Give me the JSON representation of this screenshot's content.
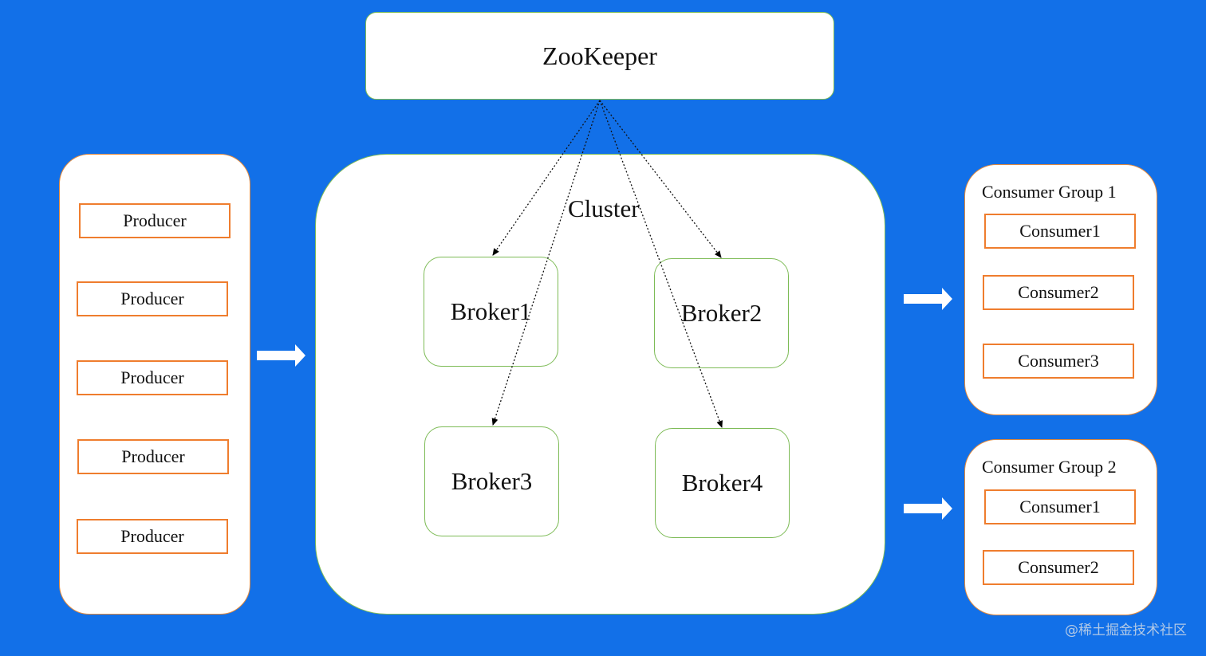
{
  "zookeeper": {
    "label": "ZooKeeper"
  },
  "producers": [
    "Producer",
    "Producer",
    "Producer",
    "Producer",
    "Producer"
  ],
  "cluster": {
    "label": "Cluster",
    "brokers": [
      "Broker1",
      "Broker2",
      "Broker3",
      "Broker4"
    ]
  },
  "consumer_groups": [
    {
      "title": "Consumer Group 1",
      "consumers": [
        "Consumer1",
        "Consumer2",
        "Consumer3"
      ]
    },
    {
      "title": "Consumer Group 2",
      "consumers": [
        "Consumer1",
        "Consumer2"
      ]
    }
  ],
  "watermark": "@稀土掘金技术社区",
  "colors": {
    "background": "#1270E8",
    "box_border_green": "#7dbb56",
    "box_border_orange": "#ef7d2e",
    "arrow_fill": "#ffffff"
  }
}
